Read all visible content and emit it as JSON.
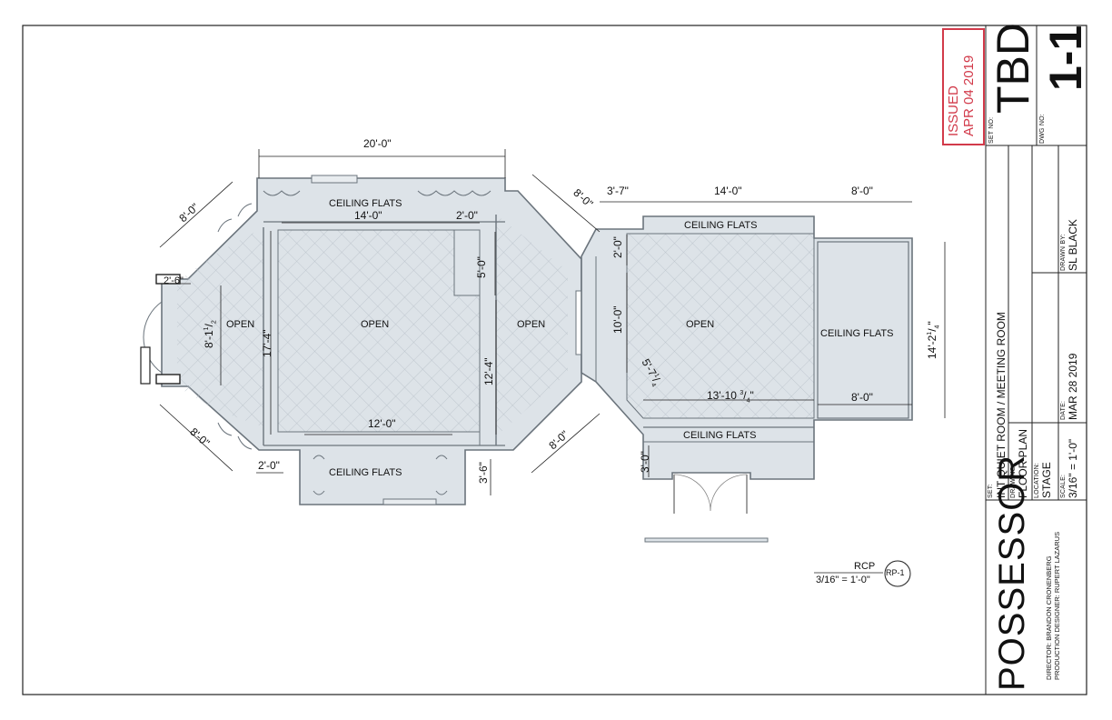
{
  "plan": {
    "labels": {
      "ceiling_top_main": "CEILING FLATS",
      "ceiling_bottom_main": "CEILING FLATS",
      "ceiling_top_right": "CEILING FLATS",
      "ceiling_bottom_right": "CEILING FLATS",
      "ceiling_far_right": "CEILING FLATS",
      "open_left": "OPEN",
      "open_main": "OPEN",
      "open_mid": "OPEN",
      "open_right": "OPEN"
    },
    "dims": {
      "top_overall": "20'-0\"",
      "top_inner": "14'-0\"",
      "notch_w": "2'-0\"",
      "notch_h": "5'-0\"",
      "left_diag_top": "8'-0\"",
      "left_small": "2'-6\"",
      "left_height": "8'-1",
      "left_height_frac_n": "1",
      "left_height_frac_d": "2",
      "main_height": "17'-4\"",
      "mid_height": "12'-4\"",
      "main_bottom": "12'-0\"",
      "left_diag_bottom": "8'-0\"",
      "bottom_left_small": "2'-0\"",
      "bottom_right_small": "3'-6\"",
      "right_diag_top": "8'-0\"",
      "right_diag_bottom": "8'-0\"",
      "r_top_small": "3'-7\"",
      "r_top_main": "14'-0\"",
      "r_top_right": "8'-0\"",
      "r_left_small": "2'-0\"",
      "r_left_height": "10'-0\"",
      "r_diag_small": "5'-7",
      "r_diag_small_frac_n": "1",
      "r_diag_small_frac_d": "4",
      "r_bottom": "13'-10",
      "r_bottom_frac_n": "3",
      "r_bottom_frac_d": "4",
      "far_right_bottom": "8'-0\"",
      "far_right_height": "14'-2",
      "far_right_height_frac_n": "1",
      "far_right_height_frac_d": "4",
      "door_small": "3'-0\""
    },
    "callout": {
      "title": "RCP",
      "scale": "3/16\" = 1'-0\"",
      "bubble": "RP-1"
    }
  },
  "stamp": {
    "line1": "ISSUED",
    "line2": "APR 04 2019",
    "color": "#d23a4a"
  },
  "titleblock": {
    "set_no_label": "SET NO:",
    "set_no": "TBD",
    "dwg_no_label": "DWG NO:",
    "dwg_no": "1-1",
    "set_label": "SET:",
    "set": "INT QUIET ROOM / MEETING ROOM",
    "drawing_label": "DRAWING:",
    "drawing": "FLOOR PLAN",
    "location_label": "LOCATION:",
    "location": "STAGE",
    "scale_label": "SCALE:",
    "scale": "3/16\" = 1'-0\"",
    "date_label": "DATE:",
    "date": "MAR 28 2019",
    "drawn_by_label": "DRAWN BY:",
    "drawn_by": "SL BLACK",
    "project": "POSSESSOR",
    "director": "DIRECTOR: BRANDON CRONENBERG",
    "designer": "PRODUCTION DESIGNER: RUPERT LAZARUS"
  }
}
